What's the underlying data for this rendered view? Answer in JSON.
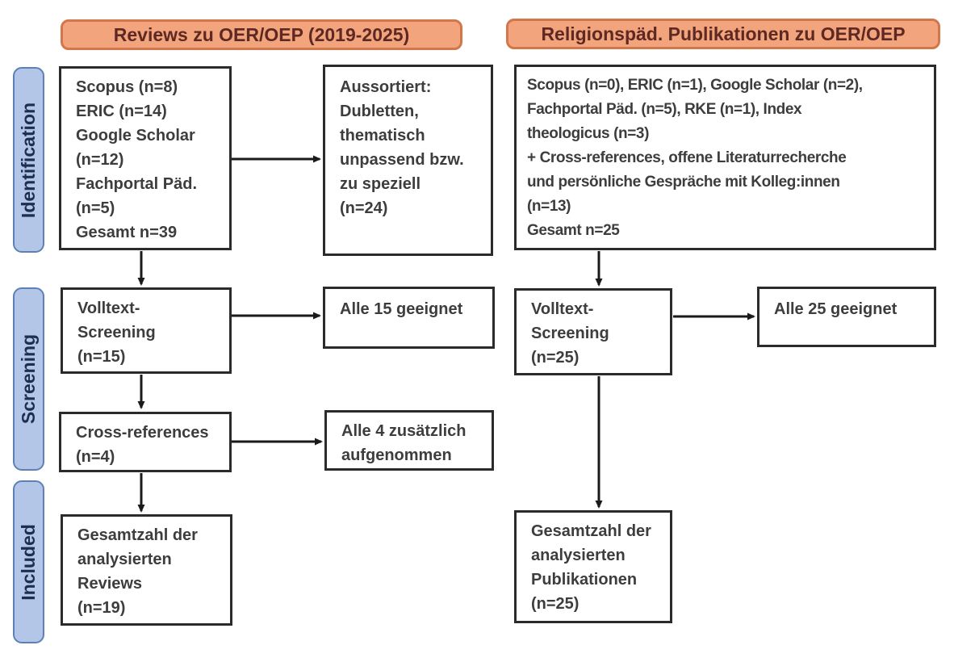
{
  "diagram": {
    "title_left": "Reviews zu OER/OEP (2019-2025)",
    "title_right": "Religionspäd. Publikationen zu OER/OEP",
    "stages": {
      "identification": "Identification",
      "screening": "Screening",
      "included": "Included"
    },
    "columns": {
      "left": {
        "identification_box": "Scopus (n=8)\nERIC (n=14)\nGoogle Scholar\n(n=12)\nFachportal Päd.\n(n=5)\nGesamt n=39",
        "sorted_out_box": "Aussortiert:\nDubletten,\nthematisch\nunpassend bzw.\nzu speziell\n(n=24)",
        "fulltext_screening_box": "Volltext-\nScreening\n(n=15)",
        "fulltext_result_box": "Alle 15 geeignet",
        "crossref_box": "Cross-references\n(n=4)",
        "crossref_result_box": "Alle 4 zusätzlich\naufgenommen",
        "included_box": "Gesamtzahl der\nanalysierten\nReviews\n(n=19)"
      },
      "right": {
        "identification_box": "Scopus (n=0), ERIC (n=1), Google Scholar (n=2),\nFachportal Päd. (n=5), RKE (n=1), Index\ntheologicus (n=3)\n+ Cross-references, offene Literaturrecherche\nund persönliche Gespräche mit Kolleg:innen\n(n=13)\nGesamt n=25",
        "fulltext_screening_box": "Volltext-\nScreening\n(n=25)",
        "fulltext_result_box": "Alle 25 geeignet",
        "included_box": "Gesamtzahl der\nanalysierten\nPublikationen\n(n=25)"
      }
    },
    "colors": {
      "header_fill": "#f2a47c",
      "header_border": "#d4764b",
      "header_text": "#5e2823",
      "stage_fill": "#b3c6e7",
      "stage_border": "#5e81b5",
      "stage_text": "#1c2f52",
      "box_border": "#2b2b2b",
      "box_text": "#3d3d3d",
      "arrow": "#1a1a1a"
    }
  }
}
